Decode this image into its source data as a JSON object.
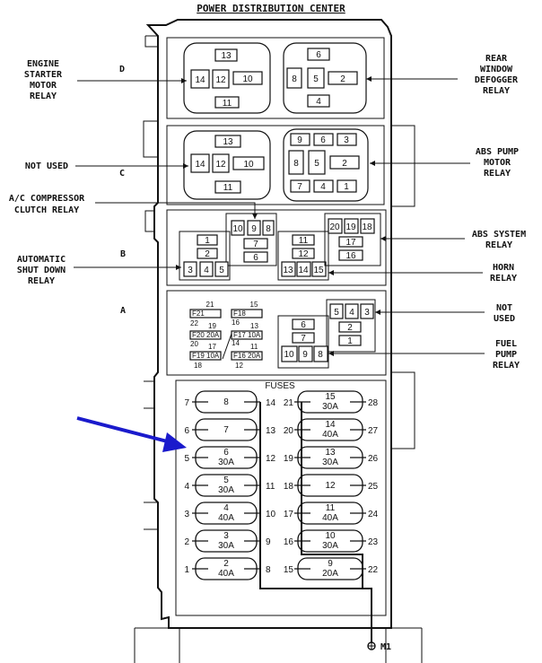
{
  "title": "POWER DISTRIBUTION CENTER",
  "section_letters": {
    "d": "D",
    "c": "C",
    "b": "B",
    "a": "A"
  },
  "callouts": {
    "engine_starter": [
      "ENGINE",
      "STARTER",
      "MOTOR",
      "RELAY"
    ],
    "rear_window": [
      "REAR",
      "WINDOW",
      "DEFOGGER",
      "RELAY"
    ],
    "not_used_left": [
      "NOT USED"
    ],
    "abs_pump": [
      "ABS PUMP",
      "MOTOR",
      "RELAY"
    ],
    "ac_compressor": [
      "A/C COMPRESSOR",
      "CLUTCH RELAY"
    ],
    "abs_system": [
      "ABS SYSTEM",
      "RELAY"
    ],
    "auto_shutdown": [
      "AUTOMATIC",
      "SHUT DOWN",
      "RELAY"
    ],
    "horn": [
      "HORN",
      "RELAY"
    ],
    "not_used_right": [
      "NOT",
      "USED"
    ],
    "fuel_pump": [
      "FUEL",
      "PUMP",
      "RELAY"
    ]
  },
  "relay_d_left": {
    "p13": "13",
    "p14": "14",
    "p12": "12",
    "p10": "10",
    "p11": "11"
  },
  "relay_d_right": {
    "p6": "6",
    "p8": "8",
    "p5": "5",
    "p2": "2",
    "p4": "4"
  },
  "relay_c_left": {
    "p13": "13",
    "p14": "14",
    "p12": "12",
    "p10": "10",
    "p11": "11"
  },
  "relay_c_right": {
    "p9": "9",
    "p6": "6",
    "p3": "3",
    "p8": "8",
    "p5": "5",
    "p2": "2",
    "p7": "7",
    "p4": "4",
    "p1": "1"
  },
  "relay_b_top": {
    "p10": "10",
    "p9": "9",
    "p8": "8",
    "p7": "7",
    "p6": "6"
  },
  "relay_b_left": {
    "p1": "1",
    "p2": "2",
    "p3": "3",
    "p4": "4",
    "p5": "5"
  },
  "relay_b_mid": {
    "p11": "11",
    "p12": "12",
    "p13": "13",
    "p14": "14",
    "p15": "15"
  },
  "relay_b_right": {
    "p20": "20",
    "p19": "19",
    "p18": "18",
    "p17": "17",
    "p16": "16"
  },
  "small_fuses": {
    "n21": "21",
    "n15": "15",
    "f21": "F21",
    "f18": "F18",
    "n22": "22",
    "n19": "19",
    "n16": "16",
    "n13": "13",
    "f20": "F20 20A",
    "f17": "F17 10A",
    "n20": "20",
    "n17": "17",
    "n14": "14",
    "n11": "11",
    "f19": "F19 10A",
    "f16": "F16 20A",
    "n18": "18",
    "n12": "12"
  },
  "relay_a_top": {
    "p5": "5",
    "p4": "4",
    "p3": "3",
    "p2": "2",
    "p1": "1"
  },
  "relay_a_fuel": {
    "p6": "6",
    "p7": "7",
    "p10": "10",
    "p9": "9",
    "p8": "8"
  },
  "fuses_heading": "FUSES",
  "fuses_left": [
    {
      "left": "7",
      "right": "14",
      "line1": "8",
      "line2": ""
    },
    {
      "left": "6",
      "right": "13",
      "line1": "7",
      "line2": ""
    },
    {
      "left": "5",
      "right": "12",
      "line1": "6",
      "line2": "30A"
    },
    {
      "left": "4",
      "right": "11",
      "line1": "5",
      "line2": "30A"
    },
    {
      "left": "3",
      "right": "10",
      "line1": "4",
      "line2": "40A"
    },
    {
      "left": "2",
      "right": "9",
      "line1": "3",
      "line2": "30A"
    },
    {
      "left": "1",
      "right": "8",
      "line1": "2",
      "line2": "40A"
    }
  ],
  "fuses_right": [
    {
      "left": "21",
      "right": "28",
      "line1": "15",
      "line2": "30A"
    },
    {
      "left": "20",
      "right": "27",
      "line1": "14",
      "line2": "40A"
    },
    {
      "left": "19",
      "right": "26",
      "line1": "13",
      "line2": "30A"
    },
    {
      "left": "18",
      "right": "25",
      "line1": "12",
      "line2": ""
    },
    {
      "left": "17",
      "right": "24",
      "line1": "11",
      "line2": "40A"
    },
    {
      "left": "16",
      "right": "23",
      "line1": "10",
      "line2": "30A"
    },
    {
      "left": "15",
      "right": "22",
      "line1": "9",
      "line2": "20A"
    }
  ],
  "ground_label": "M1",
  "colors": {
    "ink": "#111111",
    "arrow": "#1a1acc",
    "paper": "#ffffff"
  }
}
